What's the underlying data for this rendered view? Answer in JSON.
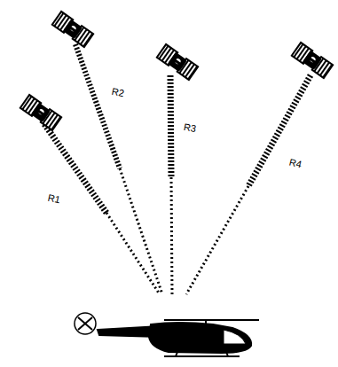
{
  "diagram": {
    "labels": [
      "R1",
      "R2",
      "R3",
      "R4"
    ]
  }
}
